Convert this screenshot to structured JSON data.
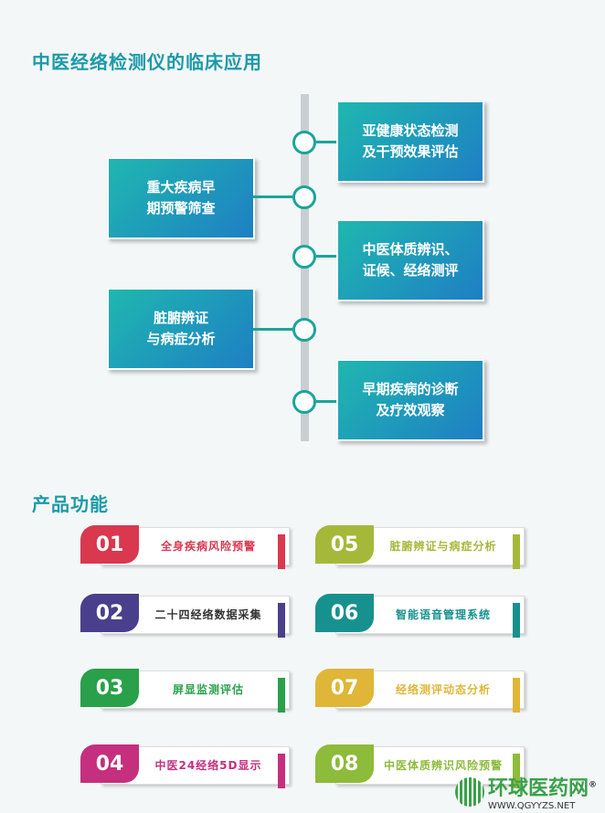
{
  "section1": {
    "title": "中医经络检测仪的临床应用"
  },
  "apps": {
    "right": [
      [
        "亚健康状态检测",
        "及干预效果评估"
      ],
      [
        "中医体质辨识、",
        "证候、经络测评"
      ],
      [
        "早期疾病的诊断",
        "及疗效观察"
      ]
    ],
    "left": [
      [
        "重大疾病早",
        "期预警筛查"
      ],
      [
        "脏腑辨证",
        "与病症分析"
      ]
    ]
  },
  "section2": {
    "title": "产品功能"
  },
  "features": [
    {
      "num": "01",
      "label": "全身疾病风险预警",
      "color": "#d9384f"
    },
    {
      "num": "02",
      "label": "二十四经络数据采集",
      "color": "#4a3f8c"
    },
    {
      "num": "03",
      "label": "屏显监测评估",
      "color": "#2aa04a"
    },
    {
      "num": "04",
      "label": "中医24经络5D显示",
      "color": "#c52f7e"
    },
    {
      "num": "05",
      "label": "脏腑辨证与病症分析",
      "color": "#a6b83a"
    },
    {
      "num": "06",
      "label": "智能语音管理系统",
      "color": "#17918f"
    },
    {
      "num": "07",
      "label": "经络测评动态分析",
      "color": "#dfb637"
    },
    {
      "num": "08",
      "label": "中医体质辨识风险预警",
      "color": "#8dbb3a"
    }
  ],
  "watermark": {
    "name": "环球医药网",
    "url": "WWW.QGYYZS.NET",
    "mark": "®"
  }
}
